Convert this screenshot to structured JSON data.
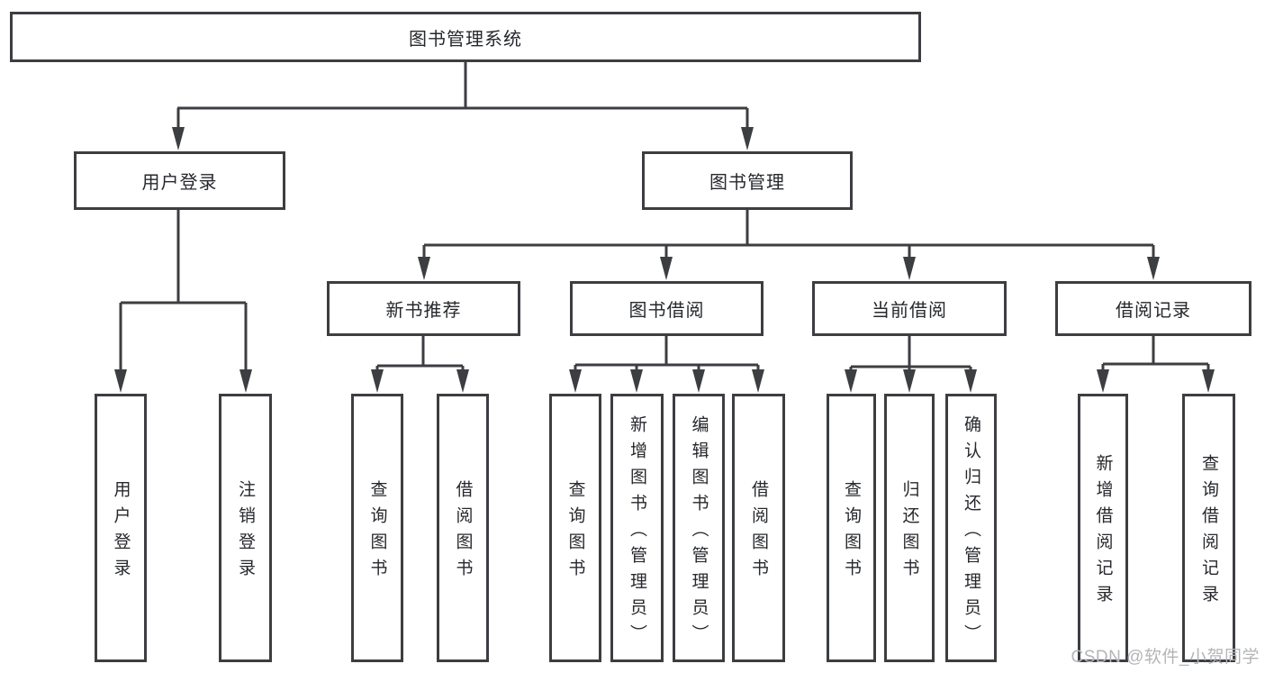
{
  "diagram_type": "hierarchy-tree",
  "colors": {
    "line": "#3c3e41",
    "text": "#26282c",
    "watermark": "#b3b5b9",
    "bg": "#ffffff"
  },
  "tree": {
    "label": "图书管理系统",
    "children": [
      {
        "label": "用户登录",
        "children": [
          {
            "label": "用户登录"
          },
          {
            "label": "注销登录"
          }
        ]
      },
      {
        "label": "图书管理",
        "children": [
          {
            "label": "新书推荐",
            "children": [
              {
                "label": "查询图书"
              },
              {
                "label": "借阅图书"
              }
            ]
          },
          {
            "label": "图书借阅",
            "children": [
              {
                "label": "查询图书"
              },
              {
                "label": "新增图书（管理员）"
              },
              {
                "label": "编辑图书（管理员）"
              },
              {
                "label": "借阅图书"
              }
            ]
          },
          {
            "label": "当前借阅",
            "children": [
              {
                "label": "查询图书"
              },
              {
                "label": "归还图书"
              },
              {
                "label": "确认归还（管理员）"
              }
            ]
          },
          {
            "label": "借阅记录",
            "children": [
              {
                "label": "新增借阅记录"
              },
              {
                "label": "查询借阅记录"
              }
            ]
          }
        ]
      }
    ]
  },
  "watermark": "CSDN @软件_小贺同学"
}
